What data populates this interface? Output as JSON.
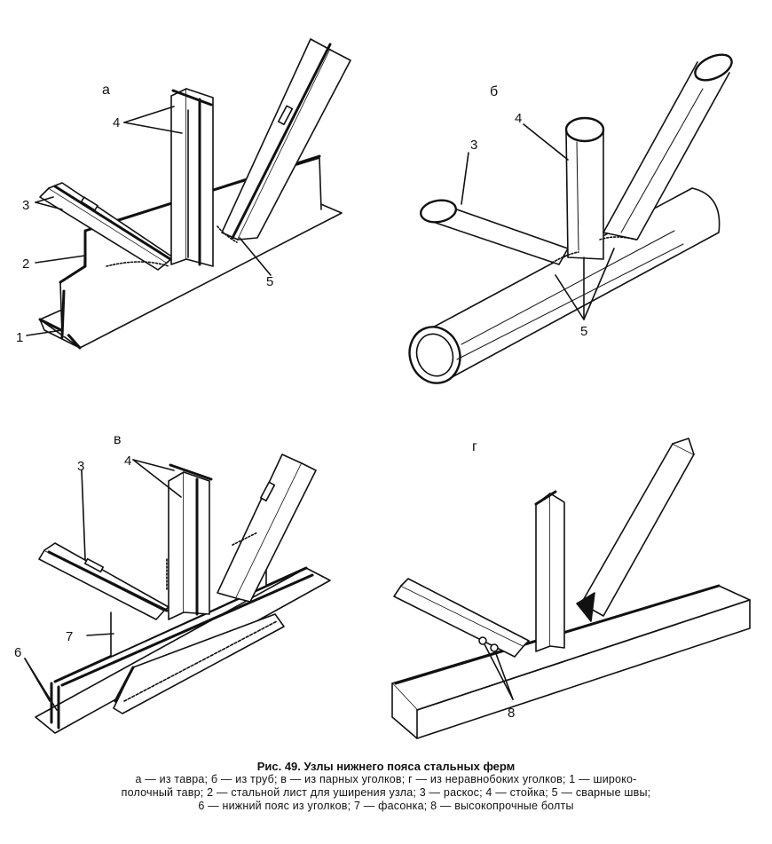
{
  "panels": {
    "a": {
      "letter": "а",
      "labels": {
        "l1": "1",
        "l2": "2",
        "l3": "3",
        "l4": "4",
        "l5": "5"
      }
    },
    "b": {
      "letter": "б",
      "labels": {
        "l3": "3",
        "l4": "4",
        "l5": "5"
      }
    },
    "v": {
      "letter": "в",
      "labels": {
        "l3": "3",
        "l4": "4",
        "l6": "6",
        "l7": "7"
      }
    },
    "g": {
      "letter": "г",
      "labels": {
        "l8": "8"
      }
    }
  },
  "caption": {
    "title": "Рис. 49. Узлы нижнего пояса стальных ферм",
    "line1": "а — из тавра; б — из труб; в — из парных уголков; г — из неравнобоких уголков; 1 — широко-",
    "line2": "полочный тавр; 2 — стальной лист для уширения узла; 3 — раскос; 4 — стойка; 5 — сварные швы;",
    "line3": "6 — нижний пояс из уголков; 7 — фасонка; 8 — высокопрочные болты"
  }
}
